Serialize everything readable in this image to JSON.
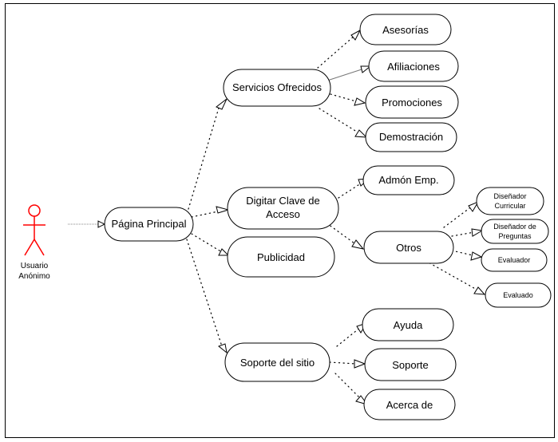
{
  "actor": {
    "name_line1": "Usuario",
    "name_line2": "Anónimo",
    "color": "#ff0000"
  },
  "nodes": {
    "pagina_principal": "Página Principal",
    "servicios_ofrecidos": "Servicios Ofrecidos",
    "digitar_clave_line1": "Digitar Clave de",
    "digitar_clave_line2": "Acceso",
    "publicidad": "Publicidad",
    "soporte_sitio": "Soporte del sitio",
    "asesorias": "Asesorías",
    "afiliaciones": "Afiliaciones",
    "promociones": "Promociones",
    "demostracion": "Demostración",
    "admon_emp": "Admón Emp.",
    "otros": "Otros",
    "disenador_curricular_line1": "Diseñador",
    "disenador_curricular_line2": "Curricular",
    "disenador_preguntas_line1": "Diseñador de",
    "disenador_preguntas_line2": "Preguntas",
    "evaluador": "Evaluador",
    "evaluado": "Evaluado",
    "ayuda": "Ayuda",
    "soporte": "Soporte",
    "acerca_de": "Acerca de"
  }
}
